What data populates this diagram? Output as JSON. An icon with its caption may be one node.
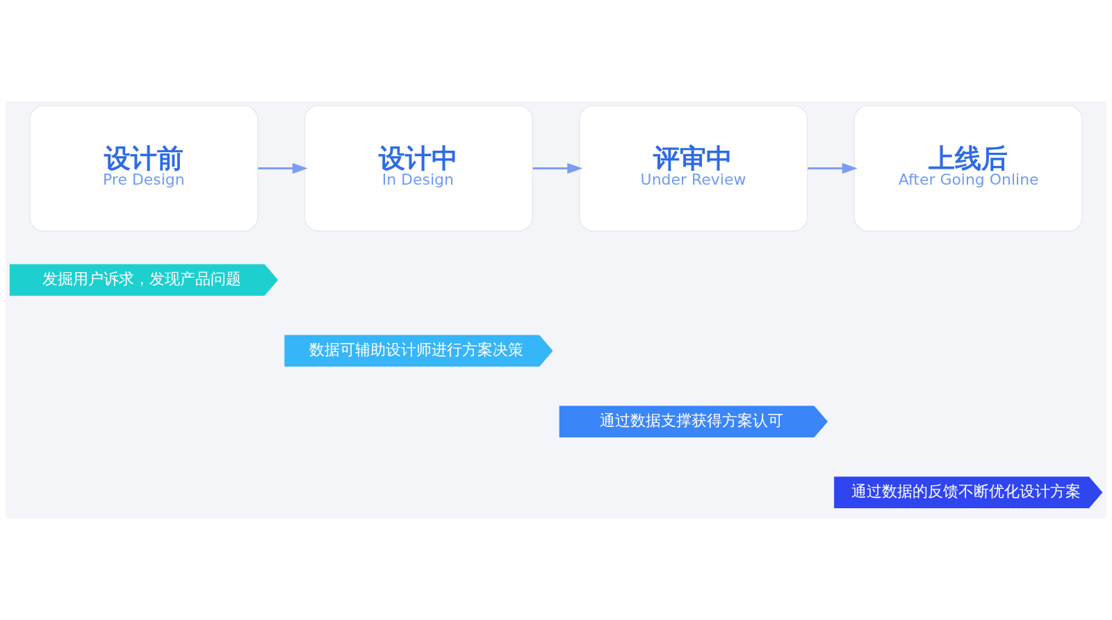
{
  "diagram": {
    "nodes": [
      {
        "text": [
          "设计前",
          "Pre Design"
        ]
      },
      {
        "text": [
          "设计中",
          "In Design"
        ]
      },
      {
        "text": [
          "评审中",
          "Under Review"
        ]
      },
      {
        "text": [
          "上线后",
          "After Going Online"
        ]
      },
      {
        "text": [
          "发掘用户诉求，发现产品问题"
        ]
      },
      {
        "text": [
          "数据可辅助设计师进行方案决策"
        ]
      },
      {
        "text": [
          "通过数据支撑获得方案认可"
        ]
      },
      {
        "text": [
          "通过数据的反馈不断优化设计方案"
        ]
      }
    ],
    "edges": [
      {
        "from": 0,
        "to": 1,
        "arrow": "to"
      },
      {
        "from": 1,
        "to": 2,
        "arrow": "to"
      },
      {
        "from": 2,
        "to": 3,
        "arrow": "to"
      }
    ]
  }
}
